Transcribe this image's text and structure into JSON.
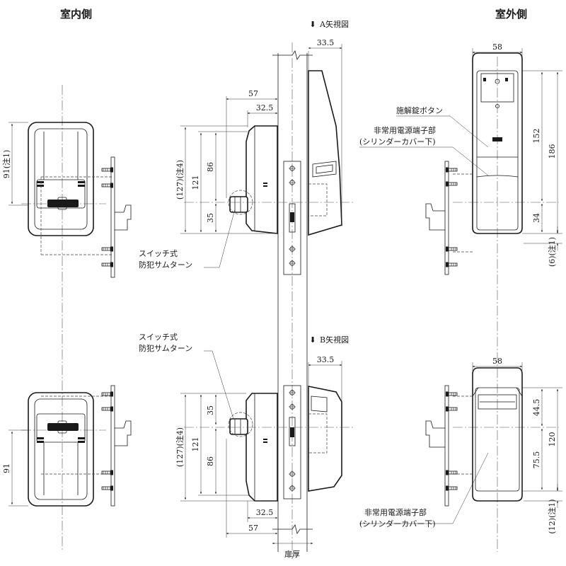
{
  "headings": {
    "indoor": "室内側",
    "outdoor": "室外側"
  },
  "view_labels": {
    "a_view": "A矢視図",
    "b_view": "B矢視図"
  },
  "callouts": {
    "thumbturn_top_line1": "スイッチ式",
    "thumbturn_top_line2": "防犯サムターン",
    "thumbturn_bottom_line1": "スイッチ式",
    "thumbturn_bottom_line2": "防犯サムターン",
    "release_button": "施解錠ボタン",
    "emergency_top_line1": "非常用電源端子部",
    "emergency_top_line2": "(シリンダーカバー下)",
    "emergency_bottom_line1": "非常用電源端子部",
    "emergency_bottom_line2": "(シリンダーカバー下)",
    "door_thickness": "扉厚"
  },
  "dimensions": {
    "indoor_top_height": "91(注1)",
    "indoor_bottom_height": "91",
    "a_depth": "33.5",
    "b_depth": "33.5",
    "top_57": "57",
    "top_32_5": "32.5",
    "bottom_57": "57",
    "bottom_32_5": "32.5",
    "top_127": "(127)(注4)",
    "top_121": "121",
    "top_86": "86",
    "top_35": "35",
    "bottom_127": "(127)(注4)",
    "bottom_121": "121",
    "bottom_86": "86",
    "bottom_35": "35",
    "outdoor_top_width": "58",
    "outdoor_top_152": "152",
    "outdoor_top_186": "186",
    "outdoor_top_34": "34",
    "outdoor_top_6": "(6)(注1)",
    "outdoor_bottom_width": "58",
    "outdoor_bottom_44_5": "44.5",
    "outdoor_bottom_120": "120",
    "outdoor_bottom_75_5": "75.5",
    "outdoor_bottom_12": "(12)(注1)"
  }
}
